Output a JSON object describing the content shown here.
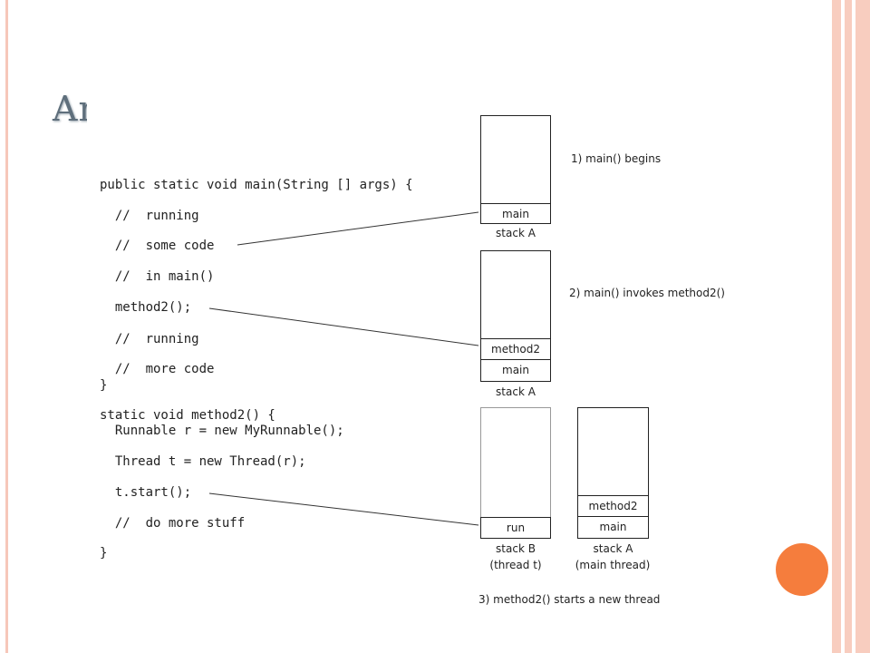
{
  "slide": {
    "title": "An"
  },
  "code": {
    "lines": [
      "public static void main(String [] args) {",
      "  //  running",
      "  //  some code",
      "  //  in main()",
      "  method2();",
      "  //  running",
      "  //  more code",
      "}",
      "static void method2() {",
      "  Runnable r = new MyRunnable();",
      "  Thread t = new Thread(r);",
      "  t.start();",
      "  //  do more stuff",
      "}"
    ]
  },
  "diagram": {
    "step1": {
      "label": "1) main() begins",
      "frames": [
        "main"
      ],
      "stack_name": "stack A"
    },
    "step2": {
      "label": "2) main() invokes method2()",
      "frames": [
        "method2",
        "main"
      ],
      "stack_name": "stack A"
    },
    "step3": {
      "label": "3) method2() starts a new thread",
      "stack_b": {
        "frames": [
          "run"
        ],
        "name": "stack B",
        "thread": "(thread t)"
      },
      "stack_a": {
        "frames": [
          "method2",
          "main"
        ],
        "name": "stack A",
        "thread": "(main thread)"
      }
    }
  },
  "colors": {
    "frame_border": "#f8cdbf",
    "accent": "#f57d3d",
    "title": "#5f6f7c"
  }
}
